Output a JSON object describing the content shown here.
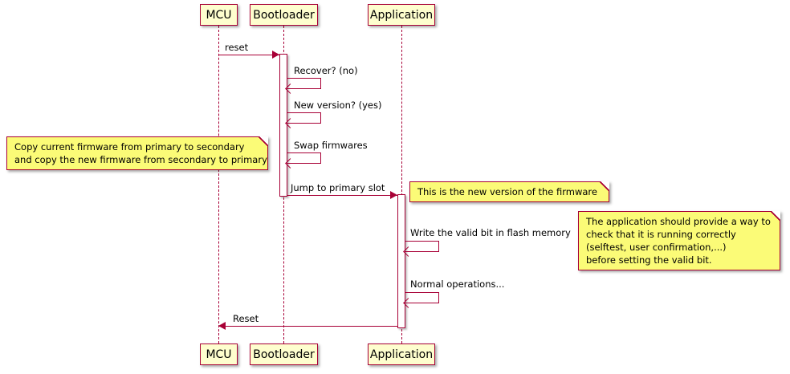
{
  "diagram": {
    "participants": {
      "mcu": "MCU",
      "bootloader": "Bootloader",
      "application": "Application"
    },
    "messages": {
      "reset": "reset",
      "recover": "Recover? (no)",
      "new_version": "New version? (yes)",
      "swap": "Swap firmwares",
      "jump": "Jump to primary slot",
      "write_valid_bit": "Write the valid bit in flash memory",
      "normal_ops": "Normal operations...",
      "reset_back": "Reset"
    },
    "notes": {
      "copy_firmware": "Copy current firmware from primary to secondary\nand copy the new firmware from secondary to primary",
      "new_firmware": "This is the new version of the firmware",
      "valid_bit": "The application should provide a way to\ncheck that it is running correctly\n(selftest, user confirmation,...)\nbefore setting the valid bit."
    },
    "colors": {
      "border": "#A80036",
      "participant_fill": "#FEFECE",
      "note_fill": "#FBFB77",
      "background": "#FFFFFF"
    }
  }
}
